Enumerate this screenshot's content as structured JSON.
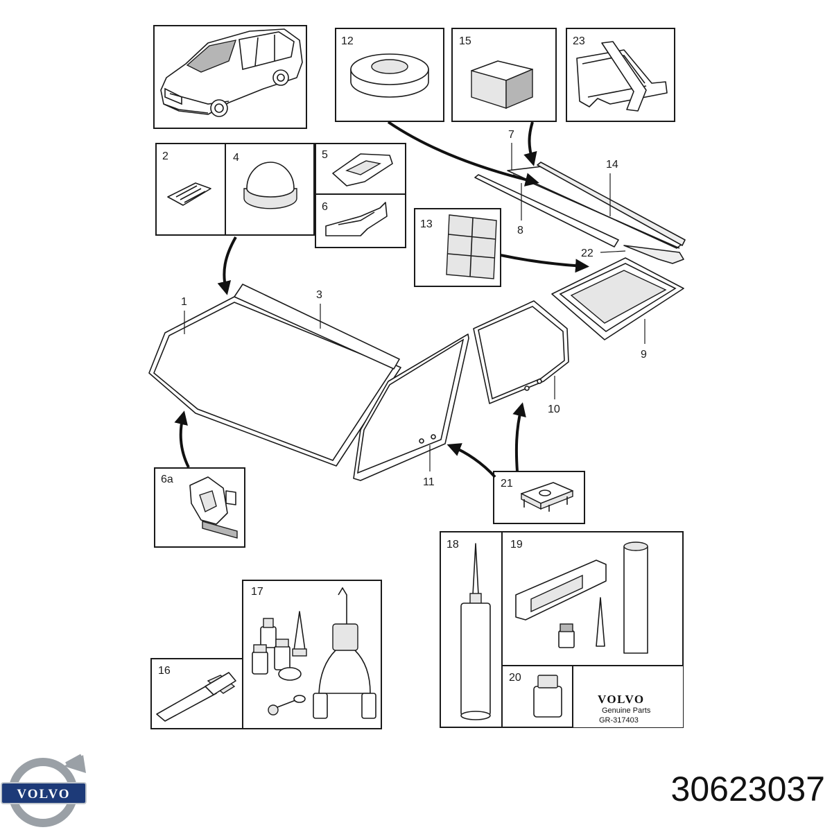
{
  "callouts": {
    "c1": "1",
    "c2": "2",
    "c3": "3",
    "c4": "4",
    "c5": "5",
    "c6": "6",
    "c6a": "6a",
    "c7": "7",
    "c8": "8",
    "c9": "9",
    "c10": "10",
    "c11": "11",
    "c12": "12",
    "c13": "13",
    "c14": "14",
    "c15": "15",
    "c16": "16",
    "c17": "17",
    "c18": "18",
    "c19": "19",
    "c20": "20",
    "c21": "21",
    "c22": "22",
    "c23": "23"
  },
  "brand_block": {
    "brand": "VOLVO",
    "subtitle": "Genuine Parts",
    "code": "GR-317403"
  },
  "logo": {
    "text": "VOLVO",
    "icon": "volvo-iron-mark-icon"
  },
  "part_number": "30623037",
  "colors": {
    "ink": "#1a1a1a",
    "logo_blue": "#1d3a78",
    "logo_silver": "#9aa0a6"
  }
}
